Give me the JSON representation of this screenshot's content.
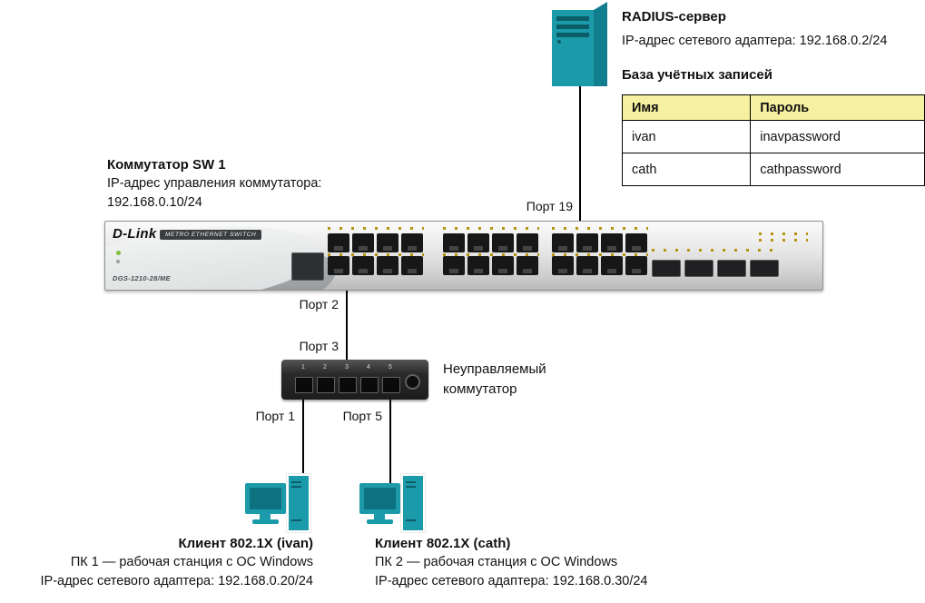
{
  "radius_server": {
    "title": "RADIUS-сервер",
    "ip": "IP-адрес сетевого адаптера: 192.168.0.2/24",
    "db_title": "База учётных записей",
    "table": {
      "headers": [
        "Имя",
        "Пароль"
      ],
      "rows": [
        {
          "name": "ivan",
          "password": "inavpassword"
        },
        {
          "name": "cath",
          "password": "cathpassword"
        }
      ]
    }
  },
  "sw1": {
    "title": "Коммутатор SW 1",
    "ip_caption": "IP-адрес управления коммутатора:",
    "ip": "192.168.0.10/24",
    "brand": "D-Link",
    "brand_tagline": "METRO ETHERNET SWITCH",
    "model": "DGS-1210-28/ME"
  },
  "links": {
    "port19": "Порт 19",
    "port2": "Порт 2",
    "port3": "Порт 3",
    "port1": "Порт 1",
    "port5": "Порт 5"
  },
  "unmanaged_switch": {
    "label": "Неуправляемый коммутатор",
    "port_numbers": [
      "1",
      "2",
      "3",
      "4",
      "5"
    ]
  },
  "pc1": {
    "title": "Клиент 802.1X (ivan)",
    "desc": "ПК 1 — рабочая станция с ОС Windows",
    "ip": "IP-адрес сетевого адаптера: 192.168.0.20/24"
  },
  "pc2": {
    "title": "Клиент 802.1X (cath)",
    "desc": "ПК 2 — рабочая станция с ОС Windows",
    "ip": "IP-адрес сетевого адаптера: 192.168.0.30/24"
  },
  "colors": {
    "device_teal": "#1b9aaa",
    "device_teal_dark": "#0f7280",
    "table_header_bg": "#f6f1a0",
    "cable_line": "#000000"
  }
}
